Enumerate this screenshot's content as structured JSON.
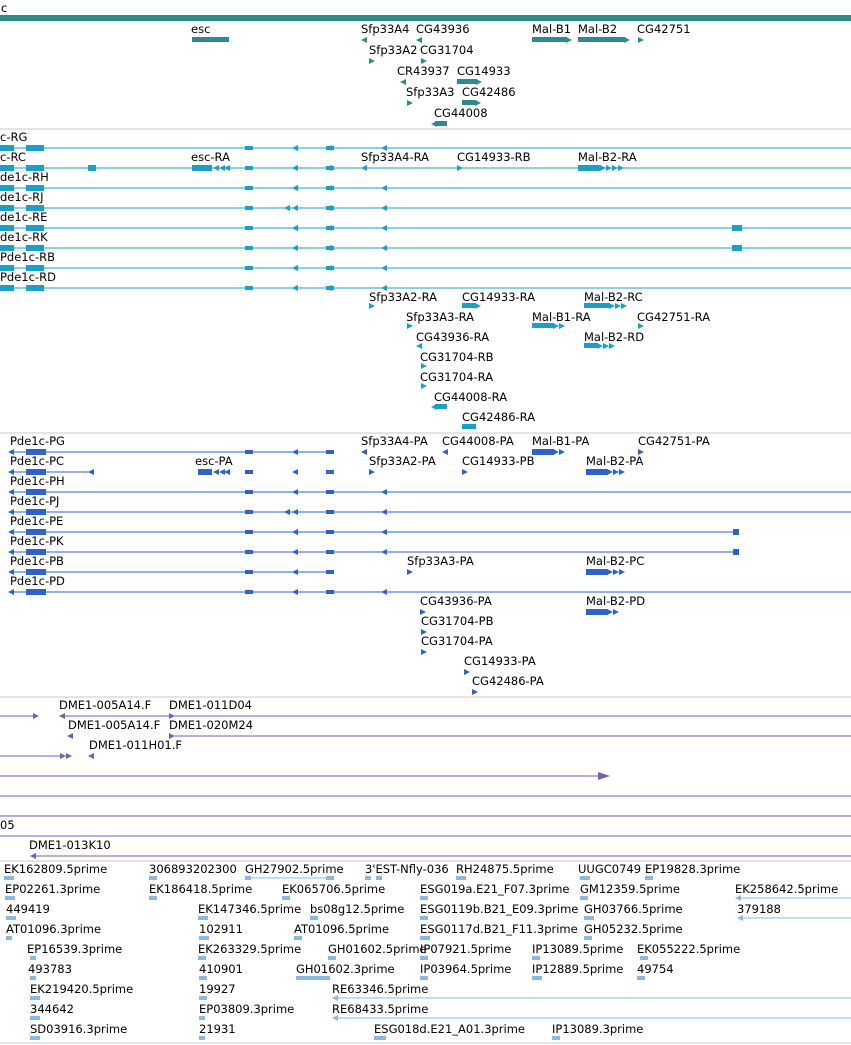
{
  "colors": {
    "gene": "#2e8b8b",
    "transcript": "#1aa0c6",
    "protein": "#2f62c8",
    "clone": "#7a5bb5",
    "est": "#89b8e0",
    "separator": "#c8c8c8"
  },
  "genes_track": {
    "header_label": "c",
    "labels": [
      "esc",
      "Sfp33A4",
      "CG43936",
      "Mal-B1",
      "Mal-B2",
      "CG42751",
      "Sfp33A2",
      "CG31704",
      "CR43937",
      "CG14933",
      "Sfp33A3",
      "CG42486",
      "CG44008"
    ]
  },
  "transcripts_track": {
    "labels": [
      "c-RG",
      "c-RC",
      "esc-RA",
      "Sfp33A4-RA",
      "CG14933-RB",
      "Mal-B2-RA",
      "de1c-RH",
      "de1c-RJ",
      "de1c-RE",
      "de1c-RK",
      "Pde1c-RB",
      "Pde1c-RD",
      "Sfp33A2-RA",
      "CG14933-RA",
      "Mal-B2-RC",
      "Sfp33A3-RA",
      "Mal-B1-RA",
      "CG42751-RA",
      "CG43936-RA",
      "Mal-B2-RD",
      "CG31704-RB",
      "CG31704-RA",
      "CG44008-RA",
      "CG42486-RA"
    ]
  },
  "proteins_track": {
    "labels": [
      "Pde1c-PG",
      "Sfp33A4-PA",
      "CG44008-PA",
      "Mal-B1-PA",
      "CG42751-PA",
      "Pde1c-PC",
      "esc-PA",
      "Sfp33A2-PA",
      "CG14933-PB",
      "Mal-B2-PA",
      "Pde1c-PH",
      "Pde1c-PJ",
      "Pde1c-PE",
      "Pde1c-PK",
      "Pde1c-PB",
      "Sfp33A3-PA",
      "Mal-B2-PC",
      "Pde1c-PD",
      "CG43936-PA",
      "Mal-B2-PD",
      "CG31704-PB",
      "CG31704-PA",
      "CG14933-PA",
      "CG42486-PA"
    ]
  },
  "clones_track": {
    "labels": [
      "DME1-005A14.F",
      "DME1-011D04",
      "DME1-005A14.F",
      "DME1-020M24",
      "DME1-011H01.F"
    ]
  },
  "bac_track": {
    "header_label": "05",
    "labels": [
      "DME1-013K10"
    ]
  },
  "est_track": {
    "labels": [
      "EK162809.5prime",
      "306893202300",
      "GH27902.5prime",
      "3'EST-Nfly-036",
      "RH24875.5prime",
      "UUGC0749",
      "EP19828.3prime",
      "EP02261.3prime",
      "EK186418.5prime",
      "EK065706.5prime",
      "ESG019a.E21_F07.3prime",
      "GM12359.5prime",
      "EK258642.5prime",
      "449419",
      "EK147346.5prime",
      "bs08g12.5prime",
      "ESG0119b.B21_E09.3prime",
      "GH03766.5prime",
      "379188",
      "AT01096.3prime",
      "102911",
      "AT01096.5prime",
      "ESG0117d.B21_F11.3prime",
      "GH05232.5prime",
      "EP16539.3prime",
      "EK263329.5prime",
      "GH01602.5prime",
      "IP07921.5prime",
      "IP13089.5prime",
      "EK055222.5prime",
      "493783",
      "410901",
      "GH01602.3prime",
      "IP03964.5prime",
      "IP12889.5prime",
      "49754",
      "EK219420.5prime",
      "19927",
      "RE63346.5prime",
      "344642",
      "EP03809.3prime",
      "RE68433.5prime",
      "SD03916.3prime",
      "21931",
      "ESG018d.E21_A01.3prime",
      "IP13089.3prime"
    ]
  }
}
